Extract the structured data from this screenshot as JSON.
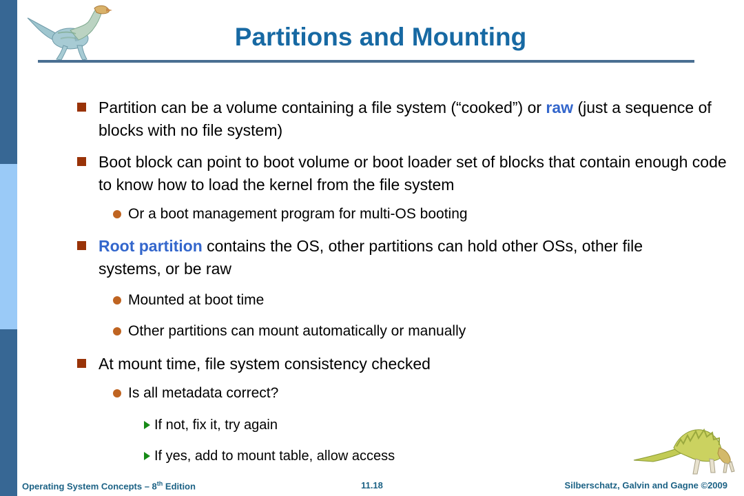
{
  "slide": {
    "title": "Partitions and Mounting",
    "page_number": "11.18",
    "footer": {
      "left_main": "Operating System Concepts  – 8",
      "left_sup": "th",
      "left_end": " Edition",
      "right": "Silberschatz, Galvin and Gagne ©2009"
    },
    "bullets": [
      {
        "level": 1,
        "parts": [
          {
            "text": "Partition can be a volume containing a file system (“cooked”) or "
          },
          {
            "text": "raw",
            "highlight": true
          },
          {
            "text": " (just a sequence of blocks with no file system)"
          }
        ]
      },
      {
        "level": 1,
        "parts": [
          {
            "text": "Boot block can point to boot volume or boot loader set of blocks that contain enough code to know how to load the kernel from the file system"
          }
        ]
      },
      {
        "level": 2,
        "parts": [
          {
            "text": "Or a boot management program for multi-OS booting"
          }
        ]
      },
      {
        "level": 1,
        "parts": [
          {
            "text": "Root partition",
            "highlight": true
          },
          {
            "text": " contains the OS, other partitions can hold other OSs, other file systems, or be raw"
          }
        ]
      },
      {
        "level": 2,
        "parts": [
          {
            "text": "Mounted at boot time"
          }
        ]
      },
      {
        "level": 2,
        "parts": [
          {
            "text": "Other partitions can mount automatically or manually"
          }
        ]
      },
      {
        "level": 1,
        "parts": [
          {
            "text": "At mount time, file system consistency checked"
          }
        ]
      },
      {
        "level": 2,
        "parts": [
          {
            "text": "Is all metadata correct?"
          }
        ]
      },
      {
        "level": 3,
        "parts": [
          {
            "text": "If not, fix it, try again"
          }
        ]
      },
      {
        "level": 3,
        "parts": [
          {
            "text": "If yes, add to mount table, allow access"
          }
        ]
      }
    ],
    "colors": {
      "title_blue": "#1769A3",
      "rule_blue": "#4A6F92",
      "sidebar_blue": "#376794",
      "sidebar_light_blue": "#9ACAF7",
      "square_bullet": "#993308",
      "circle_bullet": "#BF6421",
      "arrow_bullet": "#168A16",
      "inline_highlight_blue": "#3366CC",
      "footer_teal": "#1C6285"
    },
    "icons": {
      "top_left": "dinosaur-logo",
      "bottom_right": "dinosaur-figure"
    }
  }
}
